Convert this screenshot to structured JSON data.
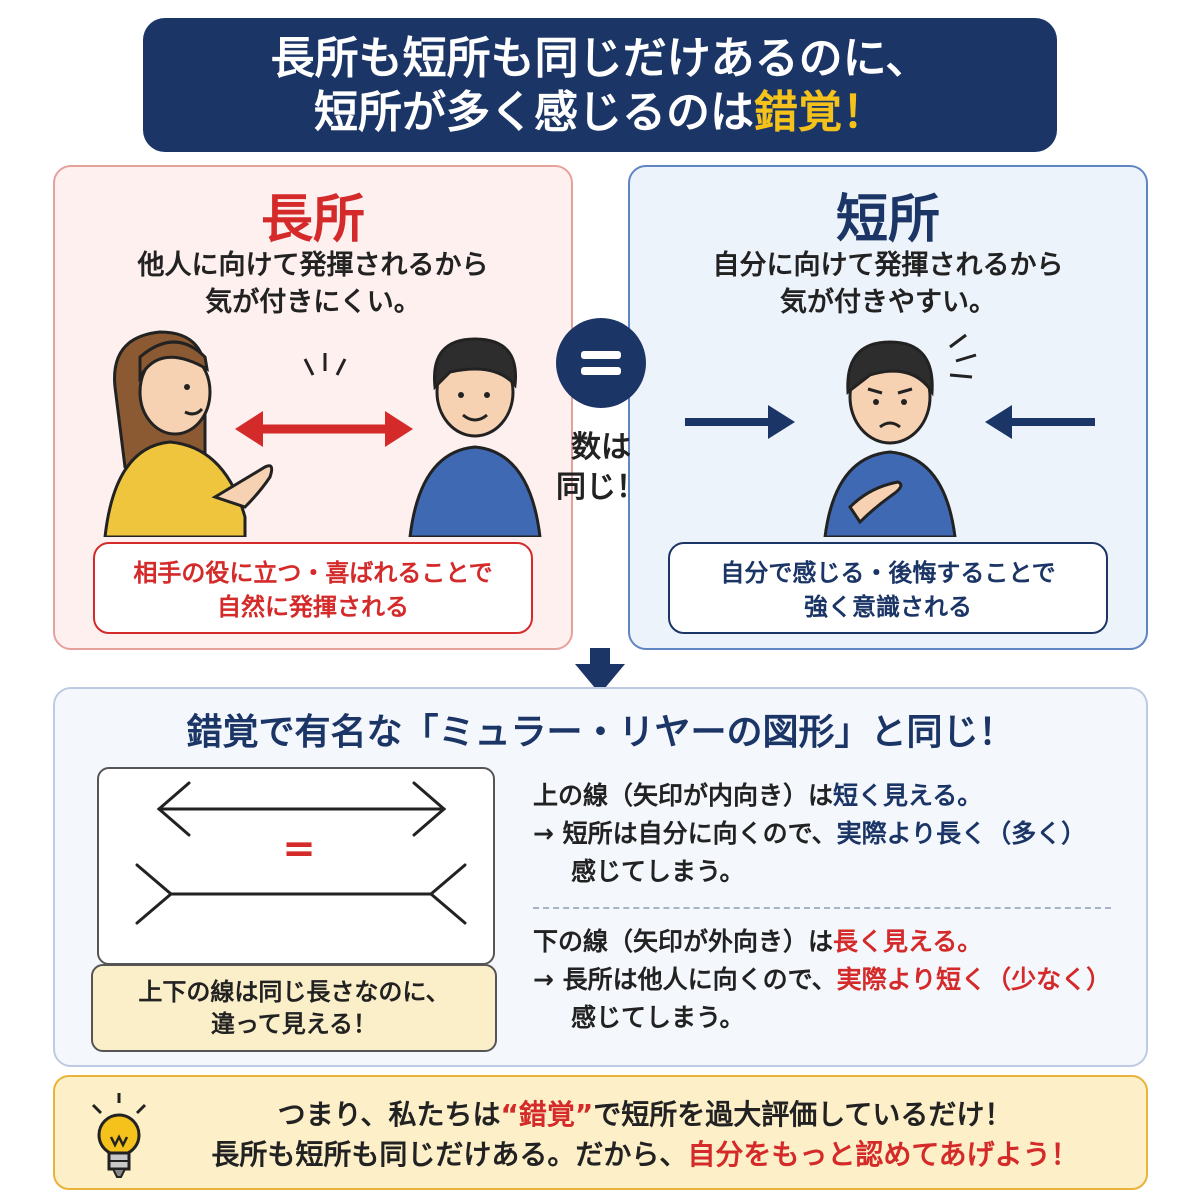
{
  "title": {
    "line1": "長所も短所も同じだけあるのに、",
    "line2_prefix": "短所が多く感じるのは",
    "line2_highlight": "錯覚",
    "line2_suffix": "！"
  },
  "left_panel": {
    "heading": "長所",
    "desc_line1": "他人に向けて発揮されるから",
    "desc_line2": "気が付きにくい。",
    "note_line1": "相手の役に立つ・喜ばれることで",
    "note_line2": "自然に発揮される"
  },
  "center": {
    "label_line1": "数は",
    "label_line2": "同じ！"
  },
  "right_panel": {
    "heading": "短所",
    "desc_line1": "自分に向けて発揮されるから",
    "desc_line2": "気が付きやすい。",
    "note_line1": "自分で感じる・後悔することで",
    "note_line2": "強く意識される"
  },
  "illusion": {
    "heading": "錯覚で有名な「ミュラー・リヤーの図形」と同じ！",
    "equal_sign": "=",
    "caption_line1": "上下の線は同じ長さなのに、",
    "caption_line2": "違って見える！",
    "upper_a": "上の線（矢印が内向き）は",
    "upper_b": "短く見える。",
    "upper_c": "→ 短所は自分に向くので、",
    "upper_d": "実際より長く（多く）",
    "upper_e": "感じてしまう。",
    "lower_a": "下の線（矢印が外向き）は",
    "lower_b": "長く見える。",
    "lower_c": "→ 長所は他人に向くので、",
    "lower_d": "実際より短く（少なく）",
    "lower_e": "感じてしまう。"
  },
  "conclusion": {
    "line1_a": "つまり、私たちは",
    "line1_b": "“錯覚”",
    "line1_c": "で短所を過大評価しているだけ！",
    "line2_a": "長所も短所も同じだけある。だから、",
    "line2_b": "自分をもっと認めてあげよう！"
  },
  "colors": {
    "navy": "#1b3566",
    "red": "#d42a2a",
    "yellow": "#f5c21b"
  }
}
